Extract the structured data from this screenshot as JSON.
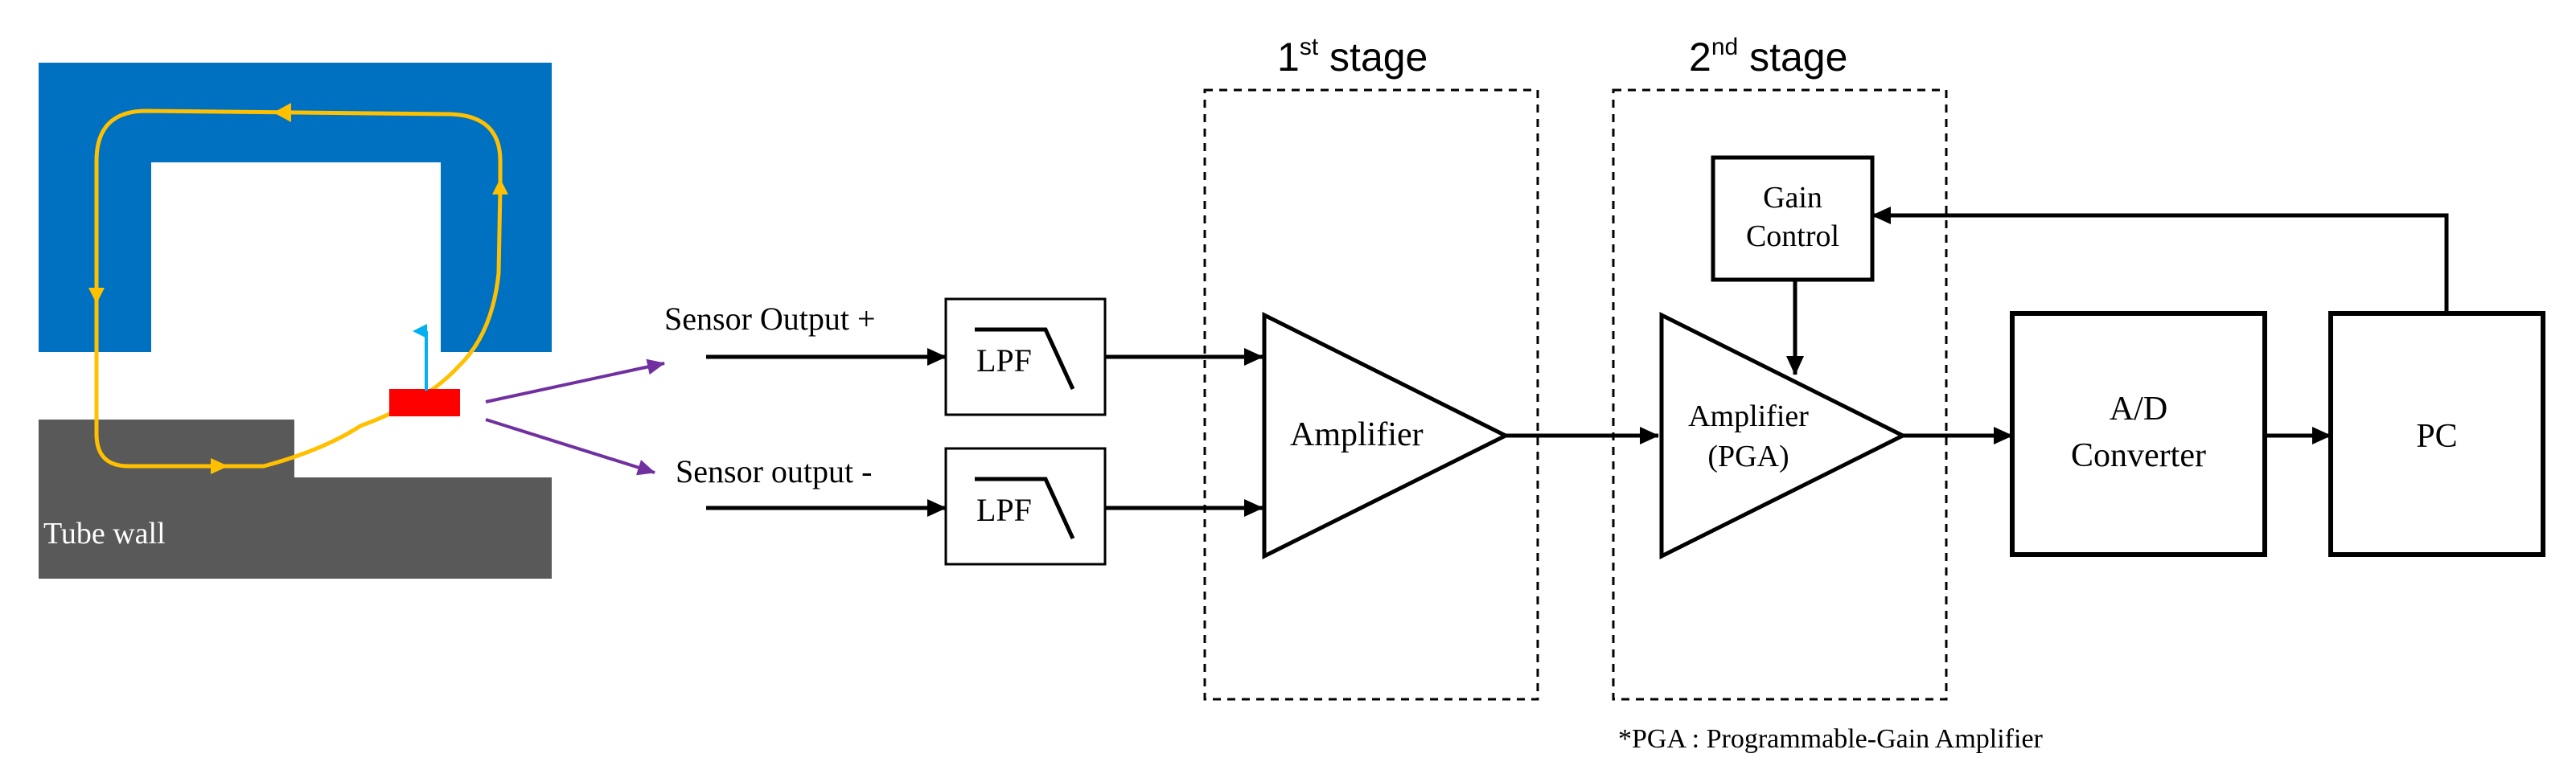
{
  "labels": {
    "sensor_plus": "Sensor Output +",
    "sensor_minus": "Sensor output -",
    "lpf_top": "LPF",
    "lpf_bottom": "LPF",
    "stage1_prefix": "1",
    "stage1_sup": "st",
    "stage1_suffix": " stage",
    "stage2_prefix": "2",
    "stage2_sup": "nd",
    "stage2_suffix": " stage",
    "amplifier1": "Amplifier",
    "amplifier2_line1": "Amplifier",
    "amplifier2_line2": "(PGA)",
    "gain_line1": "Gain",
    "gain_line2": "Control",
    "adc_line1": "A/D",
    "adc_line2": "Converter",
    "pc": "PC",
    "tube_wall": "Tube wall",
    "footnote": "*PGA : Programmable-Gain Amplifier"
  },
  "colors": {
    "magnet_blue": "#0070c0",
    "tube_gray": "#595959",
    "flux_orange": "#ffc000",
    "sensor_red": "#ff0000",
    "field_arrow": "#00b0f0",
    "pointer_purple": "#7030a0",
    "line_black": "#000000"
  }
}
